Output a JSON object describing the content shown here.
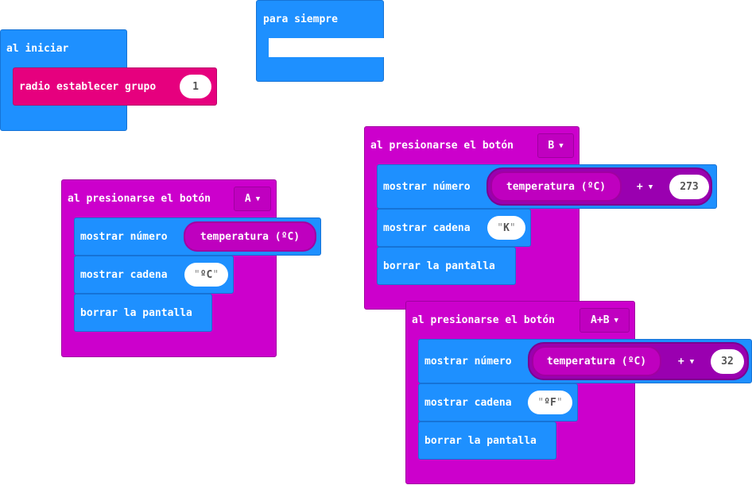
{
  "on_start": {
    "hat_label": "al iniciar",
    "radio_block_label": "radio establecer grupo",
    "radio_group_value": "1"
  },
  "forever": {
    "hat_label": "para siempre"
  },
  "button_a": {
    "hat_label": "al presionarse el botón",
    "button_value": "A",
    "show_number_label": "mostrar número",
    "temperature_label": "temperatura (ºC)",
    "show_string_label": "mostrar cadena",
    "string_value": "ºC",
    "clear_screen_label": "borrar la pantalla"
  },
  "button_b": {
    "hat_label": "al presionarse el botón",
    "button_value": "B",
    "show_number_label": "mostrar número",
    "temperature_label": "temperatura (ºC)",
    "operator": "+",
    "operand_value": "273",
    "show_string_label": "mostrar cadena",
    "string_value": "K",
    "clear_screen_label": "borrar la pantalla"
  },
  "button_ab": {
    "hat_label": "al presionarse el botón",
    "button_value": "A+B",
    "show_number_label": "mostrar número",
    "temperature_label": "temperatura (ºC)",
    "operator": "+",
    "operand_value": "32",
    "show_string_label": "mostrar cadena",
    "string_value": "ºF",
    "clear_screen_label": "borrar la pantalla"
  },
  "icons": {
    "dropdown": "caret-down-icon"
  },
  "colors": {
    "basic": "#1e90ff",
    "radio": "#e6007e",
    "input": "#cc00cc",
    "math": "#9a00b0"
  }
}
